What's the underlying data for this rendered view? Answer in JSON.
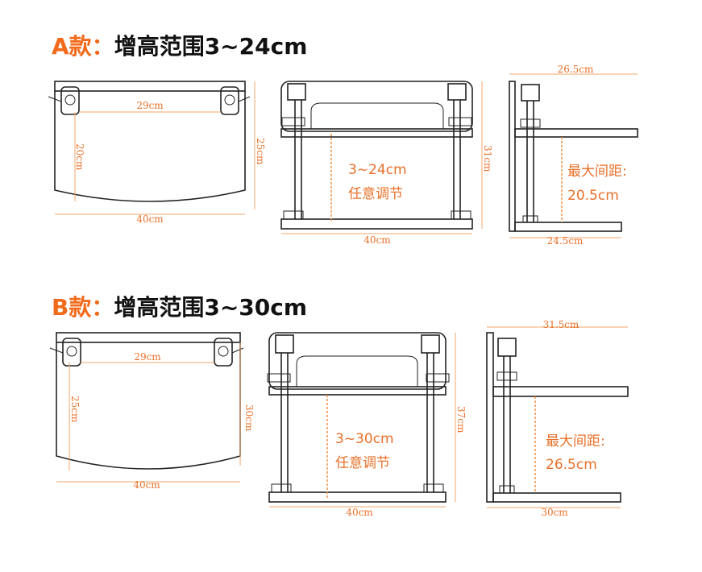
{
  "model_a": {
    "label": "A款",
    "colon": "：",
    "range": "增高范围3~24cm",
    "top_view": {
      "inner_width": "29cm",
      "depth": "20cm",
      "side_depth": "25cm",
      "width": "40cm"
    },
    "front_view": {
      "height": "31cm",
      "width": "40cm",
      "adjust_line1": "3~24cm",
      "adjust_line2": "任意调节"
    },
    "side_view": {
      "top_depth": "26.5cm",
      "base_depth": "24.5cm",
      "gap_label": "最大间距:",
      "gap_value": "20.5cm"
    }
  },
  "model_b": {
    "label": "B款",
    "colon": "：",
    "range": "增高范围3~30cm",
    "top_view": {
      "inner_width": "29cm",
      "depth": "25cm",
      "side_depth": "30cm",
      "width": "40cm"
    },
    "front_view": {
      "height": "37cm",
      "width": "40cm",
      "adjust_line1": "3~30cm",
      "adjust_line2": "任意调节"
    },
    "side_view": {
      "top_depth": "31.5cm",
      "base_depth": "30cm",
      "gap_label": "最大间距:",
      "gap_value": "26.5cm"
    }
  },
  "colors": {
    "accent": "#f26a1b",
    "dimension": "#e8702a",
    "line": "#222222"
  }
}
